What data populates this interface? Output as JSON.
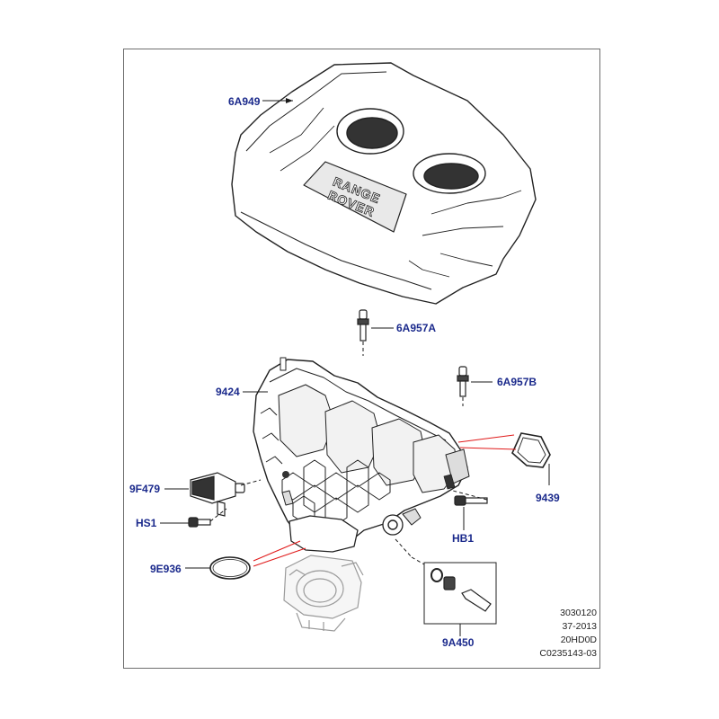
{
  "callouts": {
    "engine_cover": "6A949",
    "cover_stud_a": "6A957A",
    "cover_stud_b": "6A957B",
    "intake_manifold": "9424",
    "manifold_gasket": "9439",
    "map_sensor": "9F479",
    "sensor_bolt": "HS1",
    "manifold_bolt": "HB1",
    "throttle_seal": "9E936",
    "bolt_kit": "9A450"
  },
  "cover_badge": {
    "line1": "RANGE",
    "line2": "ROVER"
  },
  "reference": {
    "line1": "3030120",
    "line2": "37-2013",
    "line3": "20HD0D",
    "line4": "C0235143-03"
  },
  "colors": {
    "label": "#1b2a8c",
    "leader": "#1a1a1a",
    "indicator": "#e01a1a",
    "line_art": "#222222"
  }
}
